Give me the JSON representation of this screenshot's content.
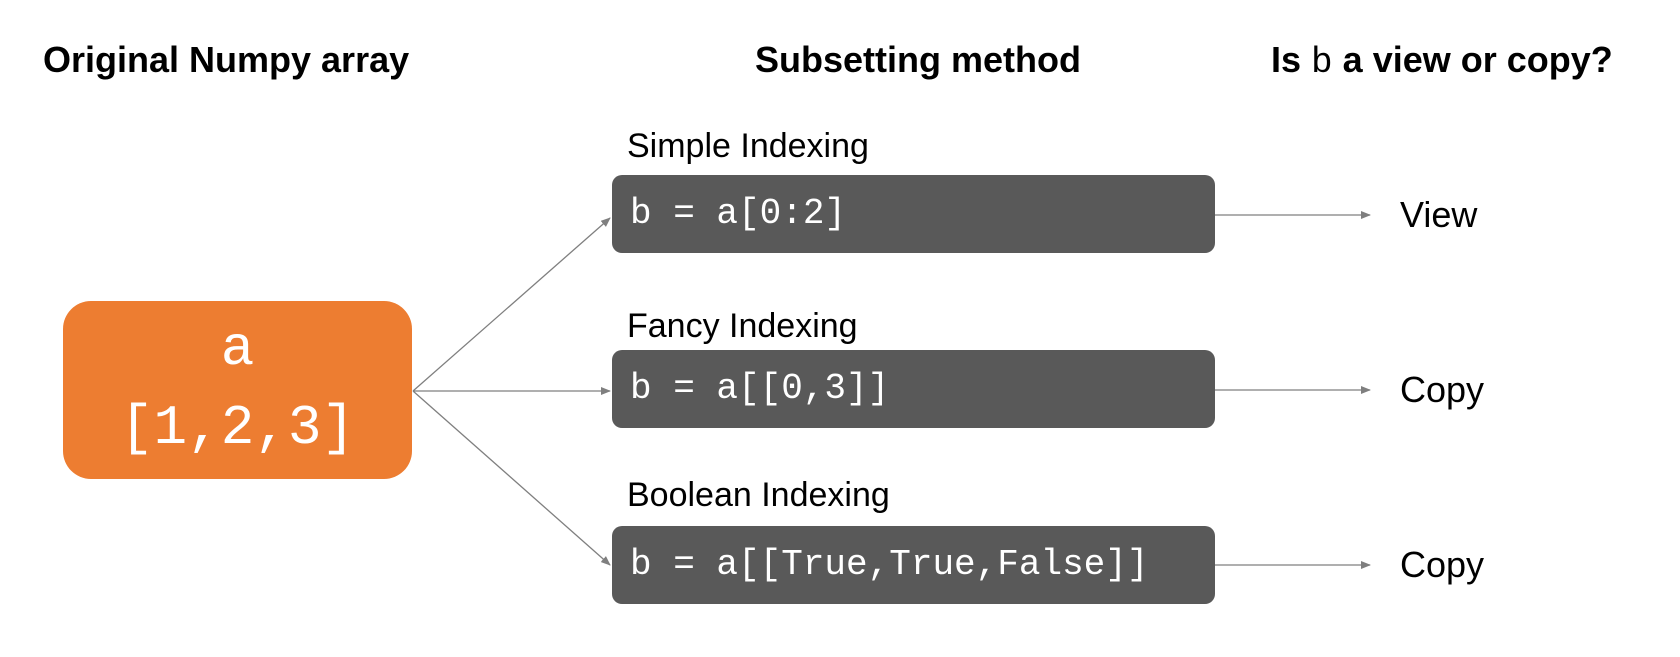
{
  "headings": {
    "original": "Original Numpy array",
    "method": "Subsetting method",
    "view_prefix": "Is",
    "view_var": "b",
    "view_suffix": "a view or copy?"
  },
  "array": {
    "name": "a",
    "values": "[1,2,3]"
  },
  "methods": [
    {
      "label": "Simple Indexing",
      "code": "b = a[0:2]",
      "result": "View"
    },
    {
      "label": "Fancy Indexing",
      "code": "b = a[[0,3]]",
      "result": "Copy"
    },
    {
      "label": "Boolean Indexing",
      "code": "b = a[[True,True,False]]",
      "result": "Copy"
    }
  ],
  "colors": {
    "array_box": "#ed7d31",
    "code_box": "#595959",
    "arrow": "#7f7f7f"
  }
}
